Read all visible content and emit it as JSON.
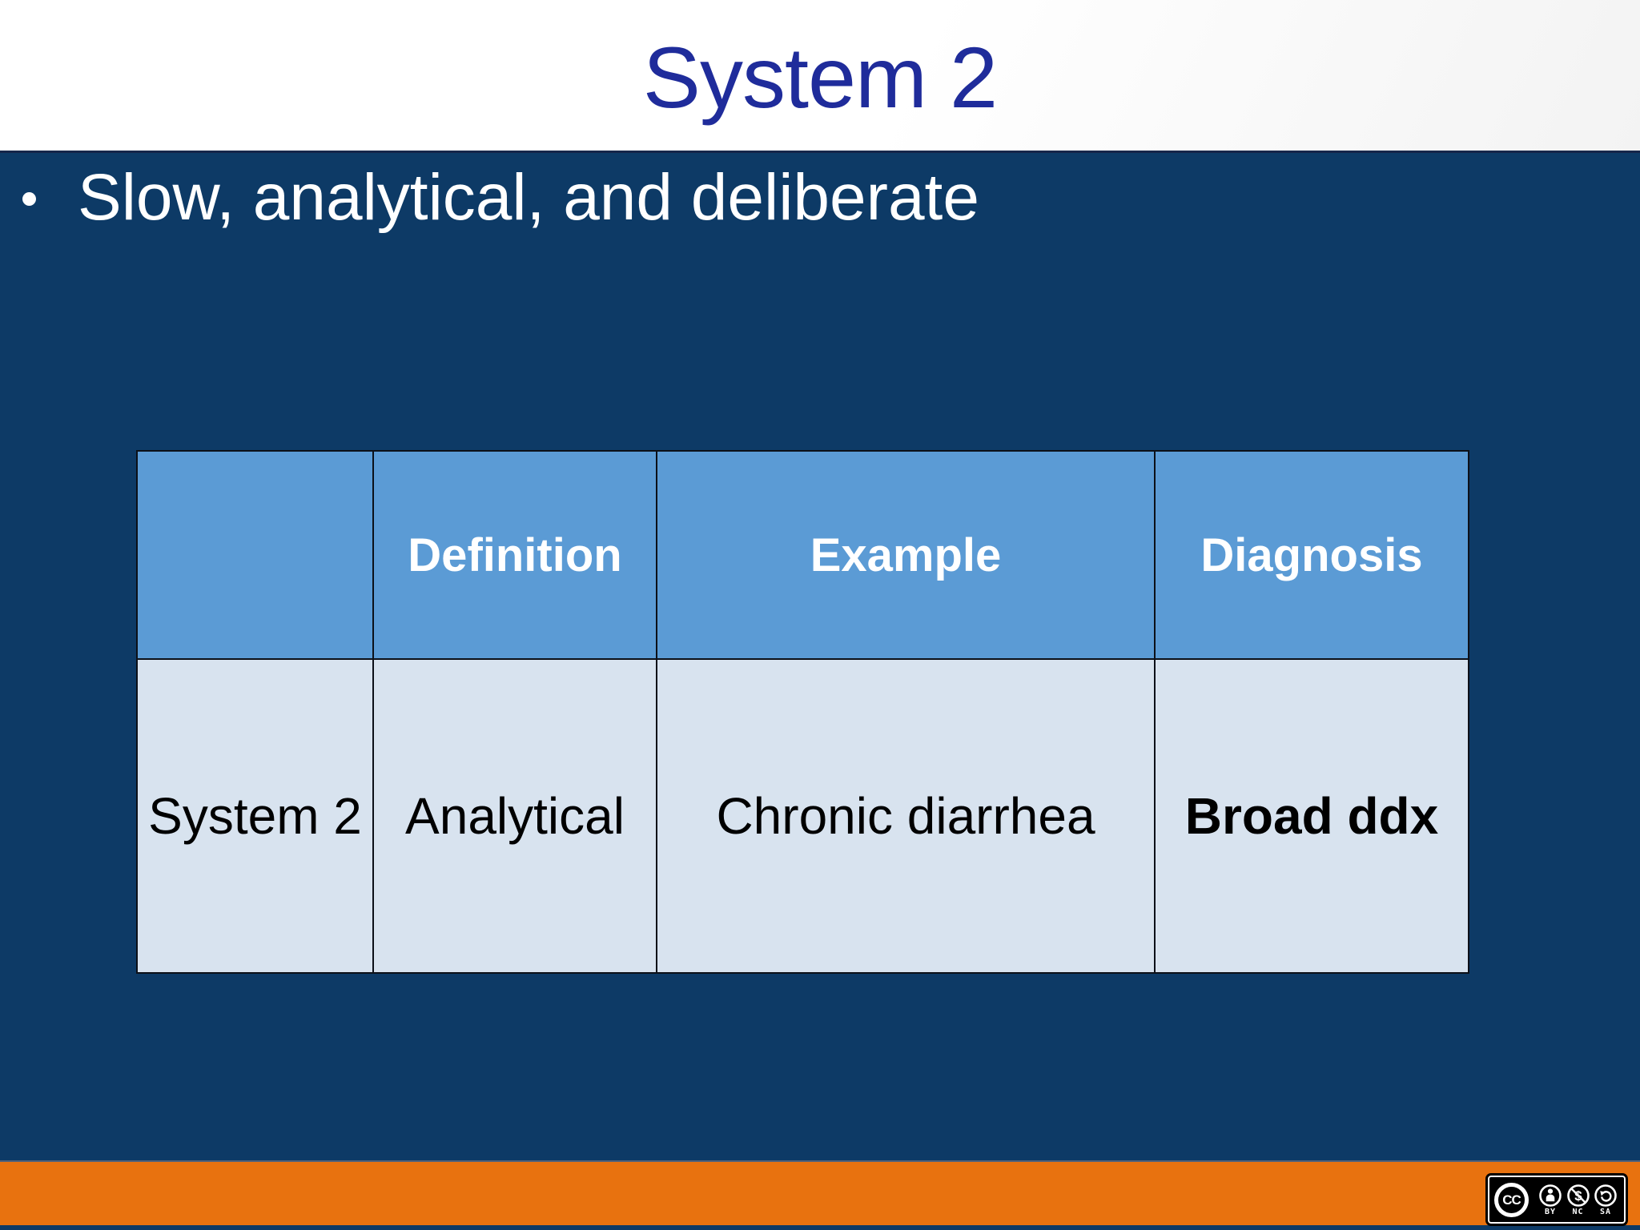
{
  "slide": {
    "title": "System 2",
    "bullet_text": "Slow, analytical, and deliberate"
  },
  "table": {
    "headers": [
      "",
      "Definition",
      "Example",
      "Diagnosis"
    ],
    "rows": [
      {
        "row_header": "System 2",
        "definition": "Analytical",
        "example": "Chronic diarrhea",
        "diagnosis": "Broad ddx"
      }
    ]
  },
  "license_badge": {
    "cc": "CC",
    "items": [
      {
        "icon": "person-icon",
        "label": "BY"
      },
      {
        "icon": "no-dollar-icon",
        "label": "NC"
      },
      {
        "icon": "share-alike-icon",
        "label": "SA"
      }
    ]
  },
  "colors": {
    "title_blue": "#1F2C9B",
    "slide_navy": "#0D3A66",
    "table_header_blue": "#5B9BD5",
    "table_body_blue": "#D8E3EF",
    "footer_orange": "#E8720F"
  }
}
